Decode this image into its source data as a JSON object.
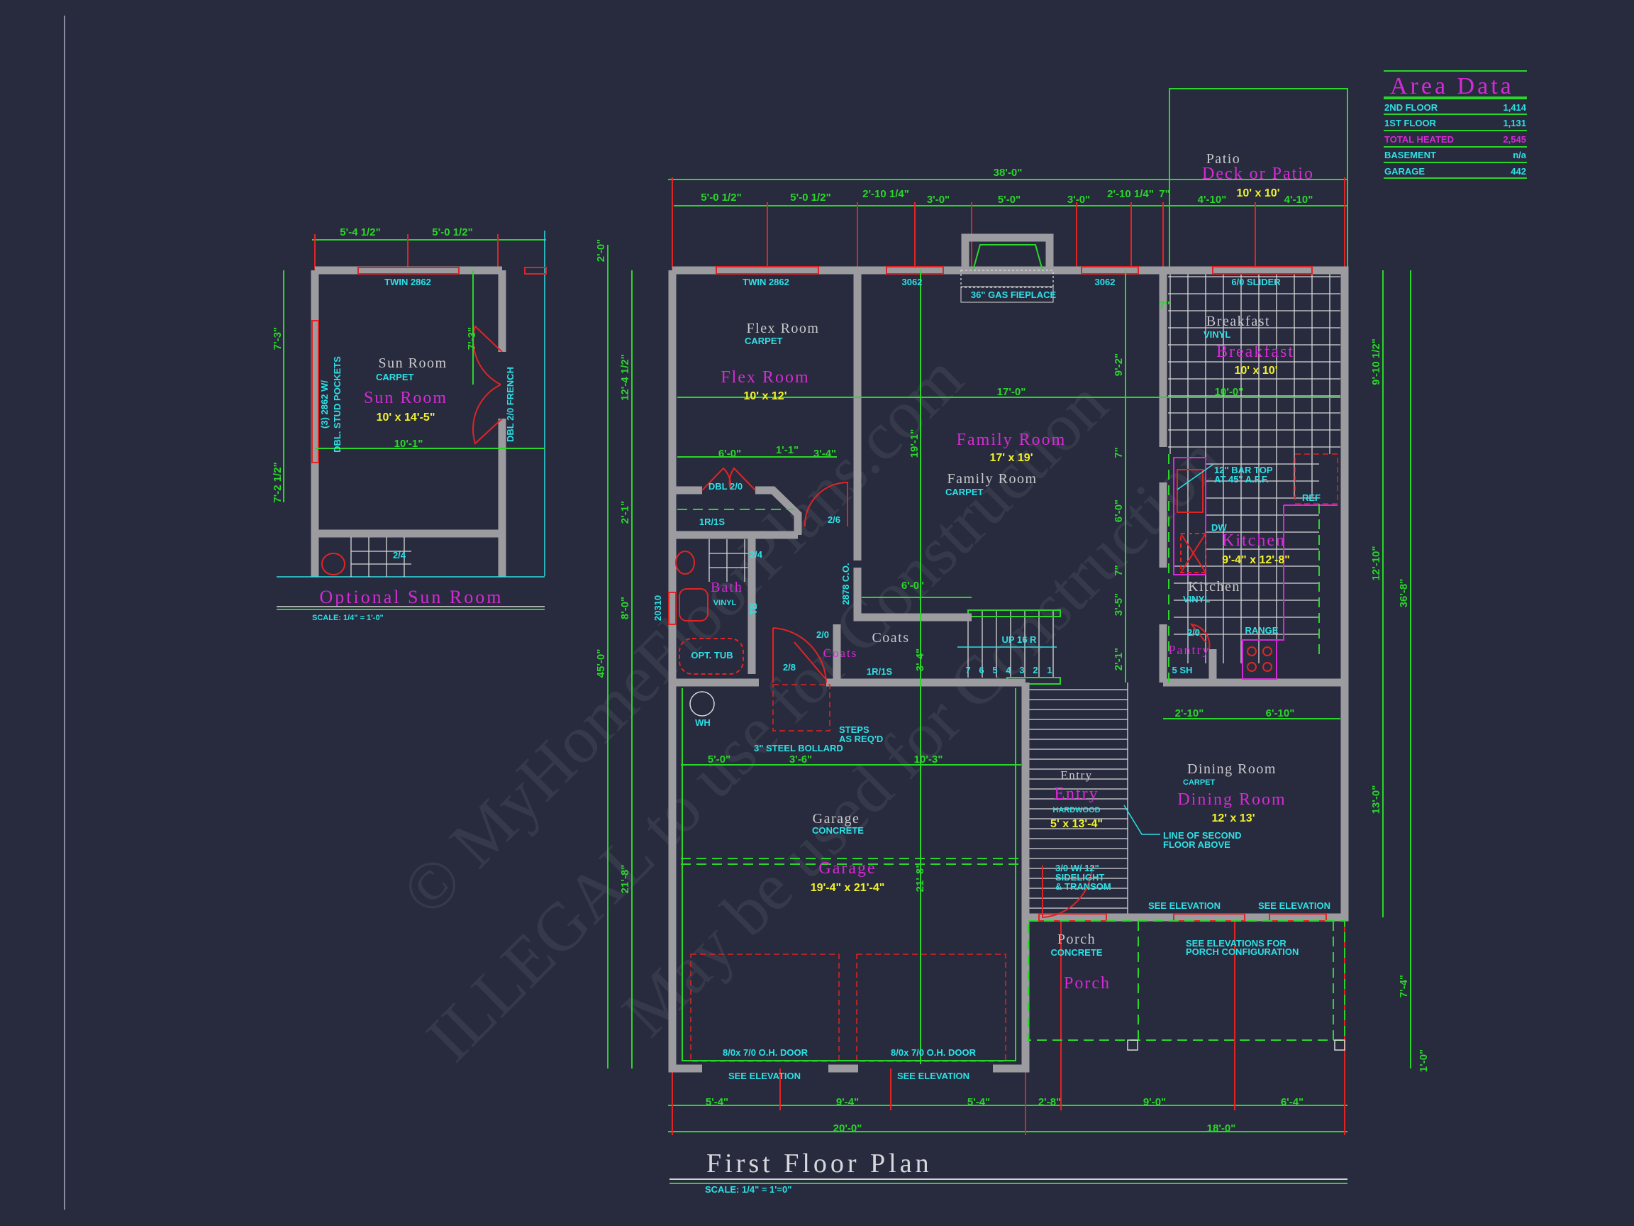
{
  "colors": {
    "background": "#272b3d",
    "dimension": "#2bd62b",
    "note": "#2ee0e6",
    "room_tag": "#d62ad6",
    "room_size": "#f2f22a",
    "room_name": "#c9c9cc",
    "wall": "#9c9ca0",
    "window_door": "#e02424"
  },
  "title": {
    "main": "First Floor Plan",
    "scale": "SCALE: 1/4\" = 1'=0\""
  },
  "area_data": {
    "heading": "Area Data",
    "rows": [
      {
        "label": "2ND FLOOR",
        "value": "1,414"
      },
      {
        "label": "1ST FLOOR",
        "value": "1,131"
      },
      {
        "label": "TOTAL HEATED",
        "value": "2,545"
      },
      {
        "label": "BASEMENT",
        "value": "n/a"
      },
      {
        "label": "GARAGE",
        "value": "442"
      }
    ]
  },
  "sun_room": {
    "title": "Optional Sun Room",
    "scale": "SCALE: 1/4\" = 1'-0\"",
    "name": "Sun Room",
    "floor": "CARPET",
    "tag": "Sun Room",
    "size": "10' x 14'-5\"",
    "window": "TWIN 2862",
    "side_window_1": "(3) 2862 W/",
    "side_window_2": "DBL. STUD POCKETS",
    "french_door": "DBL 2/0 FRENCH",
    "door": "2/4",
    "dims": {
      "top_left": "5'-4 1/2\"",
      "top_right": "5'-0 1/2\"",
      "width": "10'-1\"",
      "left_upper": "7'-3\"",
      "left_lower": "7'-2 1/2\"",
      "inner": "7'-3\""
    }
  },
  "rooms": {
    "flex": {
      "name": "Flex Room",
      "floor": "CARPET",
      "tag": "Flex Room",
      "size": "10' x 12'"
    },
    "family": {
      "name": "Family Room",
      "floor": "CARPET",
      "tag": "Family Room",
      "size": "17' x 19'"
    },
    "breakfast": {
      "name": "Breakfast",
      "floor": "VINYL",
      "tag": "Breakfast",
      "size": "10' x 10'"
    },
    "kitchen": {
      "name": "Kitchen",
      "floor": "VINYL",
      "tag": "Kitchen",
      "size": "9'-4\" x 12'-8\""
    },
    "pantry": {
      "tag": "Pantry",
      "shelves": "5 SH",
      "door": "2/0"
    },
    "bath": {
      "name": "Bath",
      "floor": "VINYL",
      "tag": "Bath",
      "door": "2/4",
      "towel_bar": "TB",
      "tub": "OPT. TUB",
      "window": "20310"
    },
    "coats": {
      "name": "Coats",
      "tag": "Coats",
      "door": "2/0",
      "shelf": "1R/1S"
    },
    "garage": {
      "name": "Garage",
      "floor": "CONCRETE",
      "tag": "Garage",
      "size": "19'-4\" x 21'-4\""
    },
    "entry": {
      "name": "Entry",
      "tag": "Entry",
      "floor": "HARDWOOD",
      "size": "5' x 13'-4\""
    },
    "dining": {
      "name": "Dining Room",
      "floor": "CARPET",
      "tag": "Dining Room",
      "size": "12' x 13'"
    },
    "porch": {
      "name": "Porch",
      "floor": "CONCRETE",
      "tag": "Porch"
    },
    "patio": {
      "name": "Patio",
      "tag": "Deck or Patio",
      "size": "10' x 10'"
    }
  },
  "labels": {
    "twin_window": "TWIN 2862",
    "window_3062_a": "3062",
    "window_3062_b": "3062",
    "slider": "6/0 SLIDER",
    "fireplace": "36\" GAS FIEPLACE",
    "closet_door": "DBL 2/0",
    "closet_shelf": "1R/1S",
    "hall_door": "2/6",
    "cased_opening": "2878 C.O.",
    "coats_door2": "2/8",
    "stairs": "UP 16 R",
    "stair_numbers": [
      "7",
      "6",
      "5",
      "4",
      "3",
      "2",
      "1"
    ],
    "bar_top_1": "12\" BAR TOP",
    "bar_top_2": "AT 45\" A.F.F.",
    "ref": "REF",
    "dw": "DW",
    "range": "RANGE",
    "wh": "WH",
    "bollard": "3\" STEEL BOLLARD",
    "steps_1": "STEPS",
    "steps_2": "AS REQ'D",
    "garage_door_1": "8/0x 7/0 O.H. DOOR",
    "garage_door_2": "8/0x 7/0 O.H. DOOR",
    "see_elev_1": "SEE ELEVATION",
    "see_elev_2": "SEE ELEVATION",
    "front_door_1": "3/0 W/ 12\"",
    "front_door_2": "SIDELIGHT",
    "front_door_3": "& TRANSOM",
    "line_second_1": "LINE OF SECOND",
    "line_second_2": "FLOOR ABOVE",
    "dining_elev_1": "SEE ELEVATION",
    "dining_elev_2": "SEE ELEVATION",
    "porch_note_1": "SEE ELEVATIONS FOR",
    "porch_note_2": "PORCH CONFIGURATION"
  },
  "dimensions": {
    "top_overall": "38'-0\"",
    "top_row": [
      "5'-0 1/2\"",
      "5'-0 1/2\"",
      "2'-10 1/4\"",
      "3'-0\"",
      "5'-0\"",
      "3'-0\"",
      "2'-10 1/4\"",
      "7\"",
      "4'-10\"",
      "4'-10\""
    ],
    "bottom_row": [
      "5'-4\"",
      "9'-4\"",
      "5'-4\"",
      "2'-8\"",
      "9'-0\"",
      "6'-4\""
    ],
    "bottom_overall": [
      "20'-0\"",
      "18'-0\""
    ],
    "left_outer": [
      "2'-0\"",
      "45'-0\""
    ],
    "left_inner": [
      "12'-4 1/2\"",
      "2'-1\"",
      "8'-0\"",
      "21'-8\""
    ],
    "right_inner": [
      "9'-10 1/2\"",
      "12'-10\"",
      "13'-0\""
    ],
    "right_outer": [
      "36'-8\"",
      "7'-4\"",
      "1'-0\""
    ],
    "interior": {
      "family_width": "17'-0\"",
      "breakfast_width": "10'-0\"",
      "family_depth": "19'-1\"",
      "kitchen_side": [
        "9'-2\"",
        "7\"",
        "6'-0\"",
        "7\"",
        "3'-5\"",
        "2'-1\""
      ],
      "closet": [
        "6'-0\"",
        "1'-1\"",
        "3'-4\""
      ],
      "stair_offset": "6'-0\"",
      "coats_depth": "3'-4\"",
      "dining_top": [
        "2'-10\"",
        "6'-10\""
      ],
      "garage_top": [
        "5'-0\"",
        "3'-6\"",
        "10'-3\""
      ],
      "garage_depth": "21'-8\"",
      "breakfast_7": "7\""
    }
  },
  "watermark": [
    "© MyHomeFloorPlans.com",
    "ILLEGAL to use for Construction",
    "May be used for Construction"
  ]
}
